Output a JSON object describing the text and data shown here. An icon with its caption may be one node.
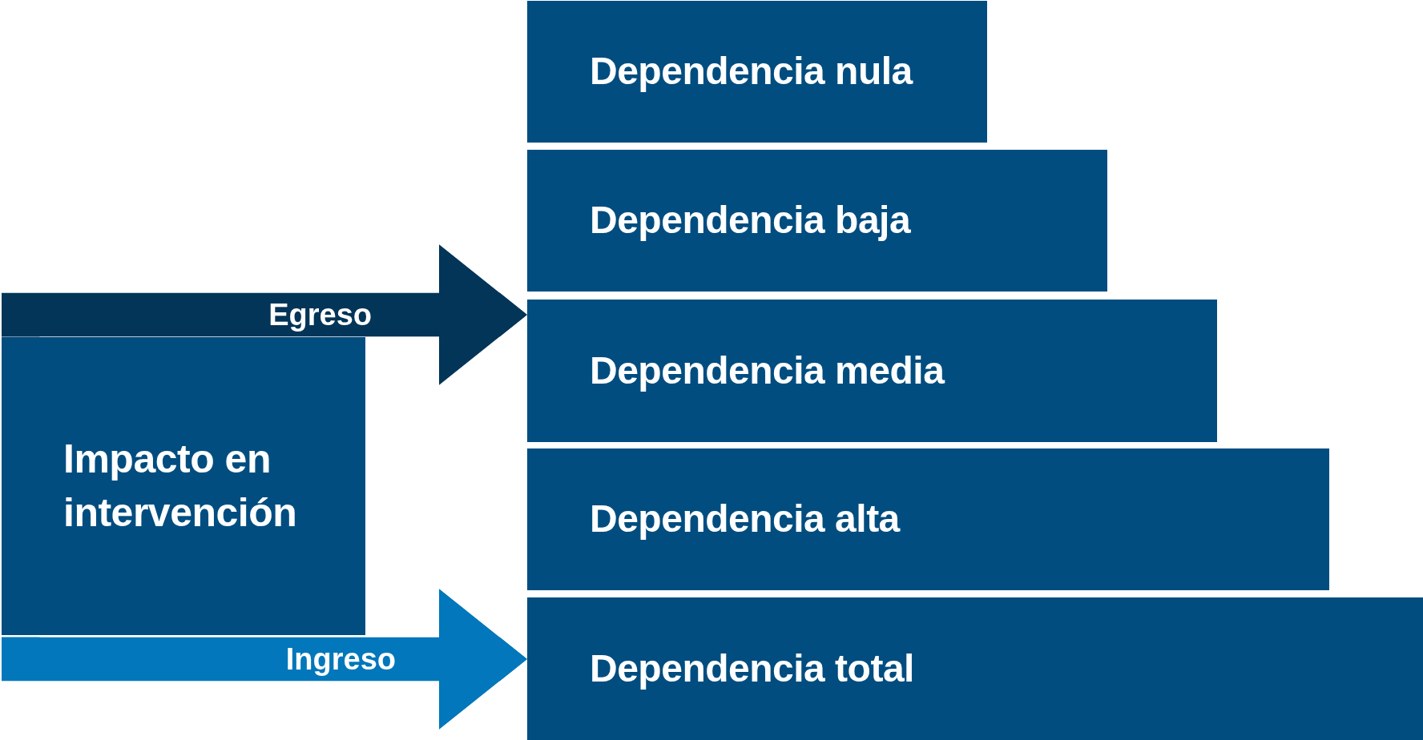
{
  "diagram": {
    "nodes": [
      {
        "text": [
          "Impacto en intervención"
        ]
      },
      {
        "text": [
          "Dependencia nula"
        ]
      },
      {
        "text": [
          "Dependencia baja"
        ]
      },
      {
        "text": [
          "Dependencia media"
        ]
      },
      {
        "text": [
          "Dependencia alta"
        ]
      },
      {
        "text": [
          "Dependencia total"
        ]
      }
    ],
    "edges": [
      {
        "from": 0,
        "to": 3,
        "arrow": "to",
        "label": "Egreso",
        "color": "#033558"
      },
      {
        "from": 0,
        "to": 5,
        "arrow": "to",
        "label": "Ingreso",
        "color": "#0277bb"
      }
    ]
  }
}
